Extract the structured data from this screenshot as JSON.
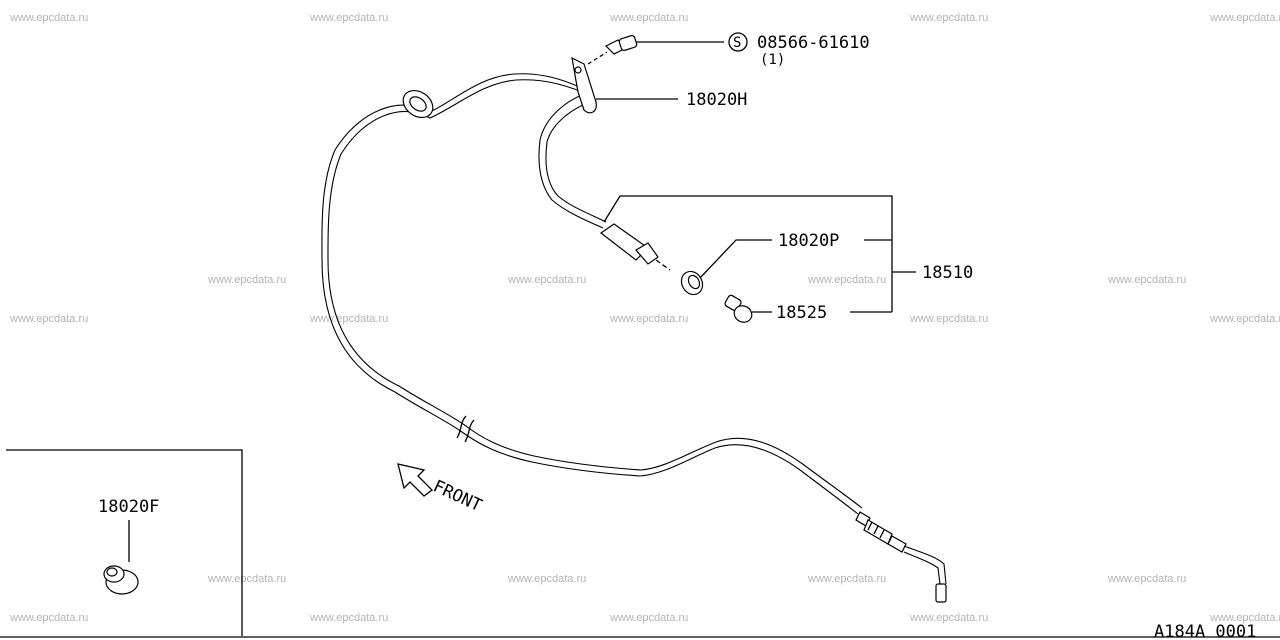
{
  "watermark": "www.epcdata.ru",
  "labels": {
    "bolt_code": "08566-61610",
    "bolt_qty": "(1)",
    "bolt_symbol": "S",
    "clamp": "18020H",
    "grommet": "18020P",
    "assembly": "18510",
    "stopper": "18525",
    "inset_part": "18020F",
    "front": "FRONT",
    "figure_code": "A184A 0001"
  }
}
